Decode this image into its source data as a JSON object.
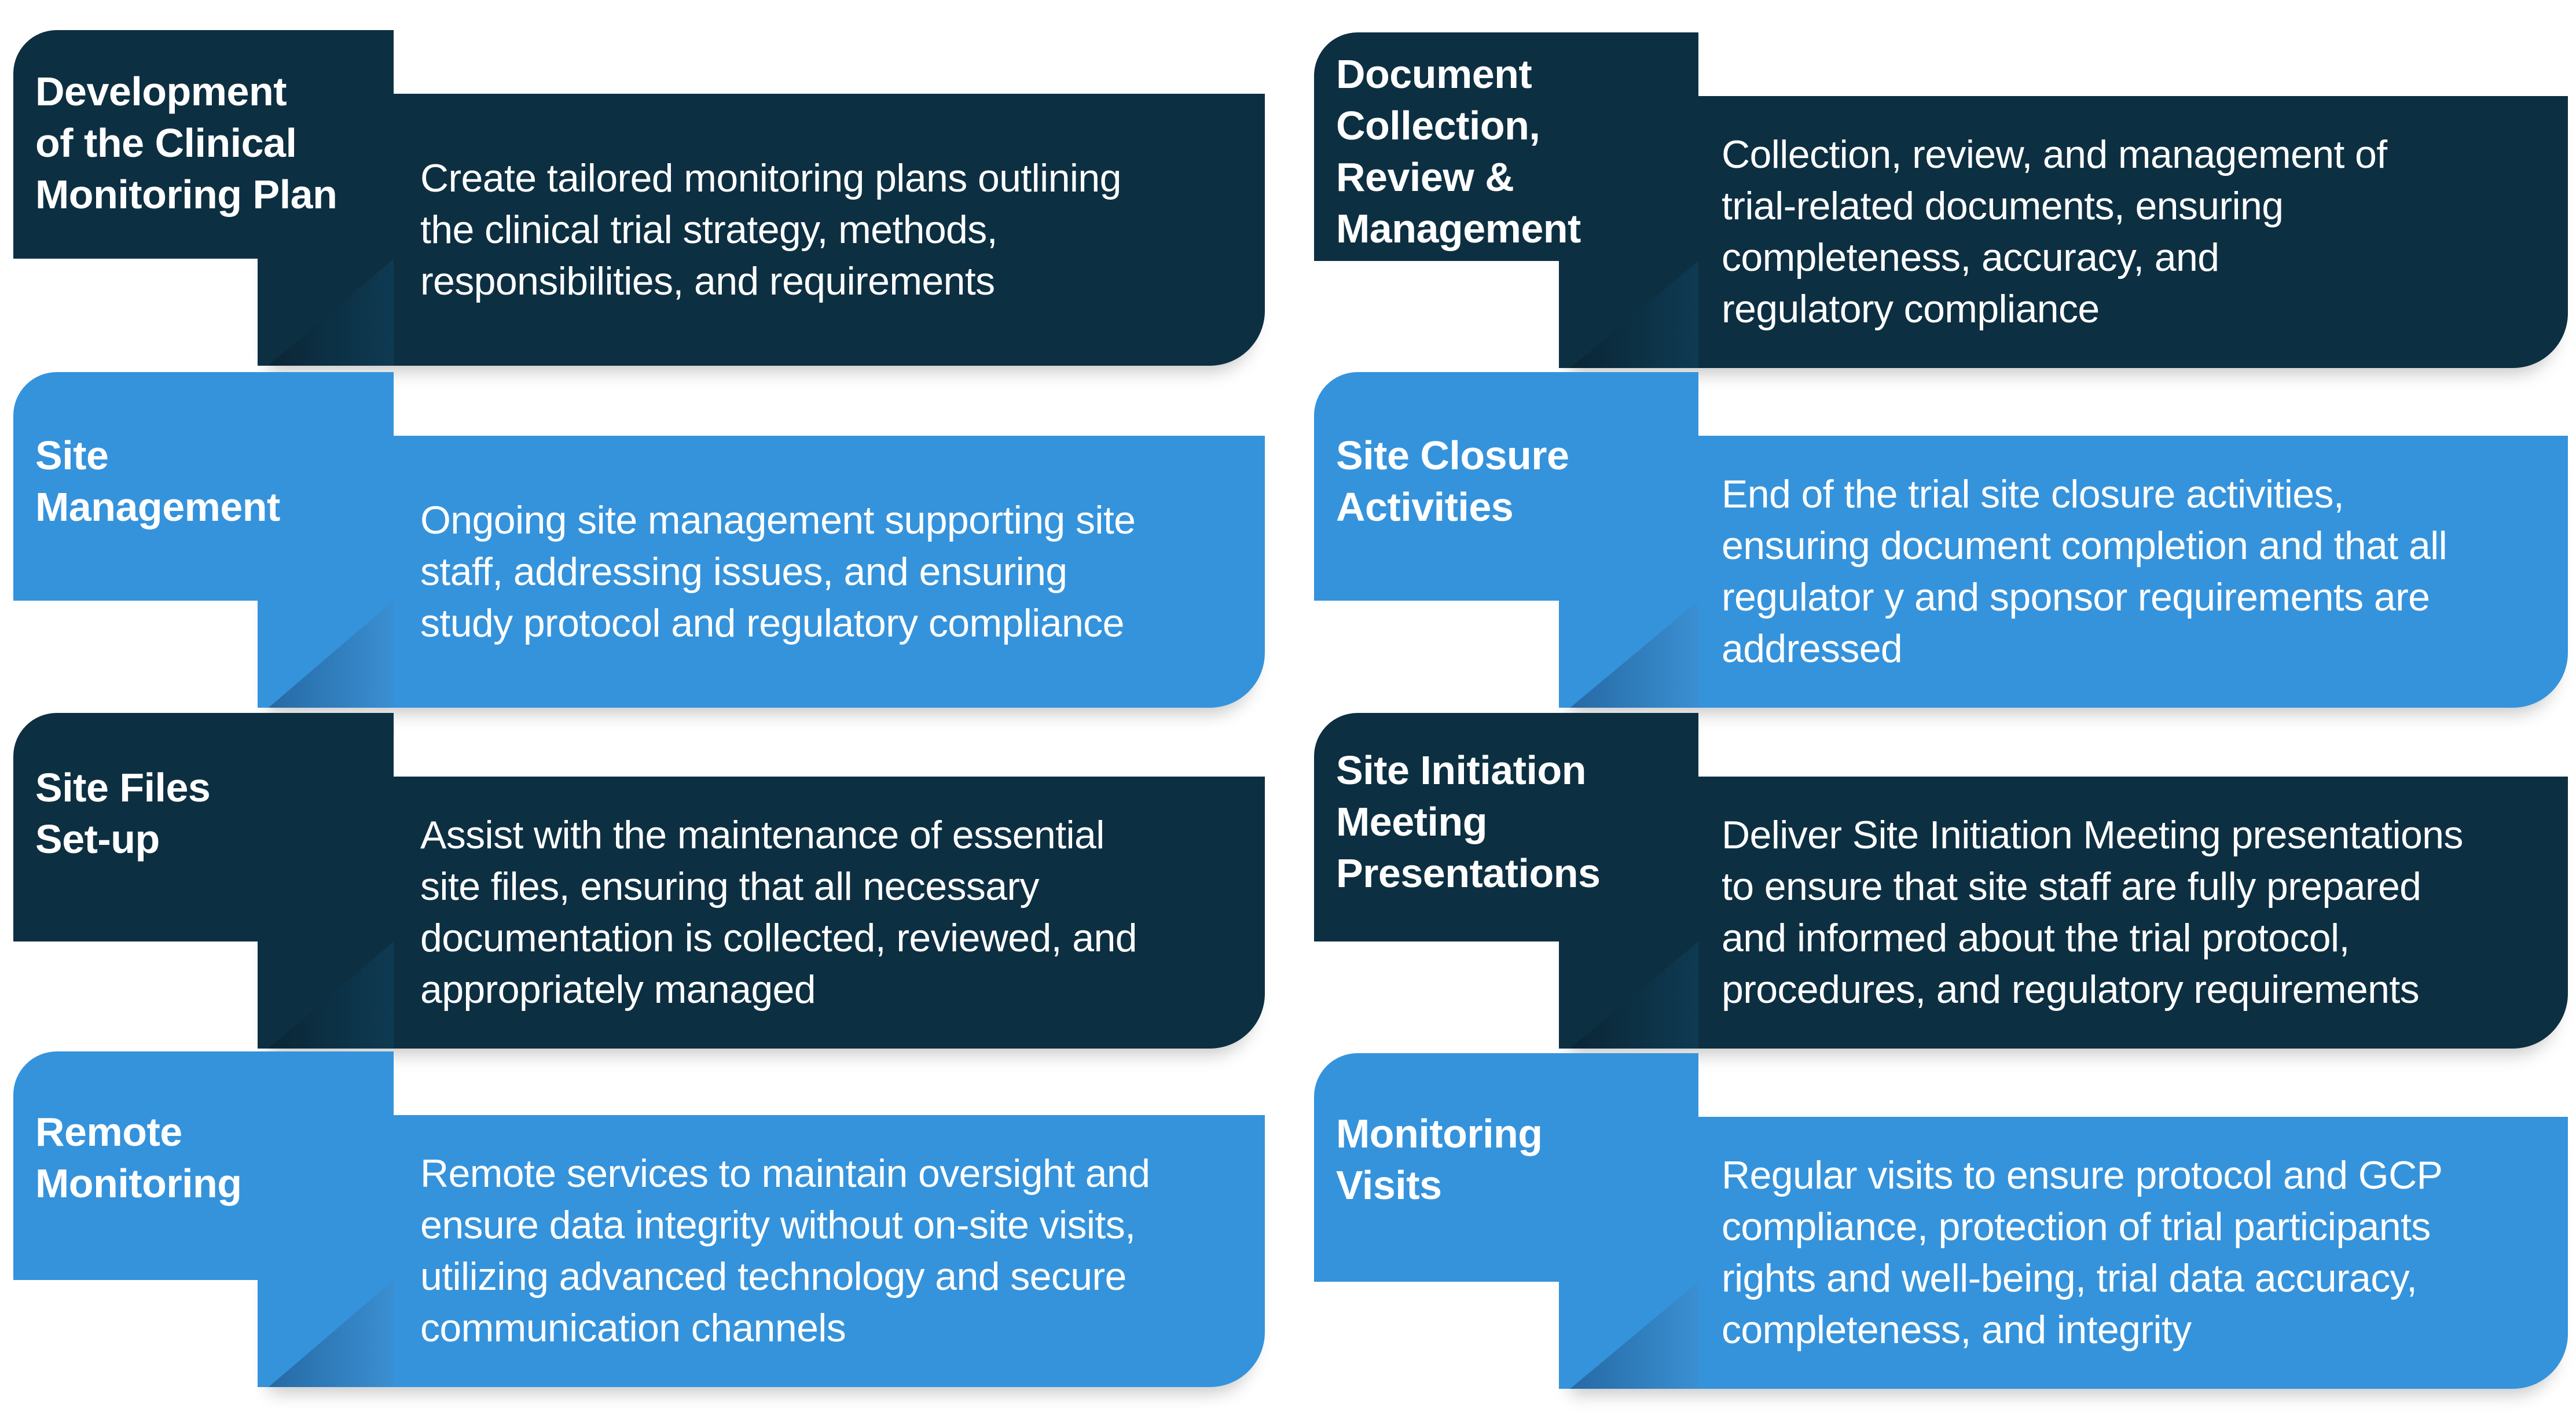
{
  "colors": {
    "dark": "#0d2f42",
    "blue": "#3593dc"
  },
  "cards": [
    {
      "title": [
        "Development",
        "of the Clinical",
        "Monitoring Plan"
      ],
      "desc": [
        "Create tailored monitoring plans outlining",
        "the clinical trial strategy, methods,",
        "responsibilities, and requirements"
      ]
    },
    {
      "title": [
        "Document",
        "Collection,",
        "Review &",
        "Management"
      ],
      "desc": [
        "Collection, review, and management of",
        "trial-related documents, ensuring",
        "completeness, accuracy, and",
        "regulatory compliance"
      ]
    },
    {
      "title": [
        "Site",
        "Management"
      ],
      "desc": [
        "Ongoing site management supporting site",
        "staff, addressing issues, and ensuring",
        "study protocol and regulatory compliance"
      ]
    },
    {
      "title": [
        "Site Closure",
        "Activities"
      ],
      "desc": [
        "End of the trial site closure activities,",
        "ensuring document completion and that all",
        "regulator y and sponsor requirements are",
        "addressed"
      ]
    },
    {
      "title": [
        "Site Files",
        "Set-up"
      ],
      "desc": [
        "Assist with the maintenance of essential",
        "site files, ensuring that all necessary",
        "documentation is collected, reviewed, and",
        "appropriately managed"
      ]
    },
    {
      "title": [
        "Site Initiation",
        "Meeting",
        "Presentations"
      ],
      "desc": [
        "Deliver Site Initiation Meeting presentations",
        "to ensure that site staff are fully prepared",
        "and informed about the trial protocol,",
        "procedures, and regulatory requirements"
      ]
    },
    {
      "title": [
        "Remote",
        "Monitoring"
      ],
      "desc": [
        "Remote services to maintain oversight and",
        "ensure data integrity without on-site visits,",
        "utilizing advanced technology and secure",
        "communication channels"
      ]
    },
    {
      "title": [
        "Monitoring",
        "Visits"
      ],
      "desc": [
        "Regular visits to ensure protocol and GCP",
        "compliance, protection of trial participants",
        "rights and well-being, trial data accuracy,",
        "completeness, and integrity"
      ]
    }
  ]
}
